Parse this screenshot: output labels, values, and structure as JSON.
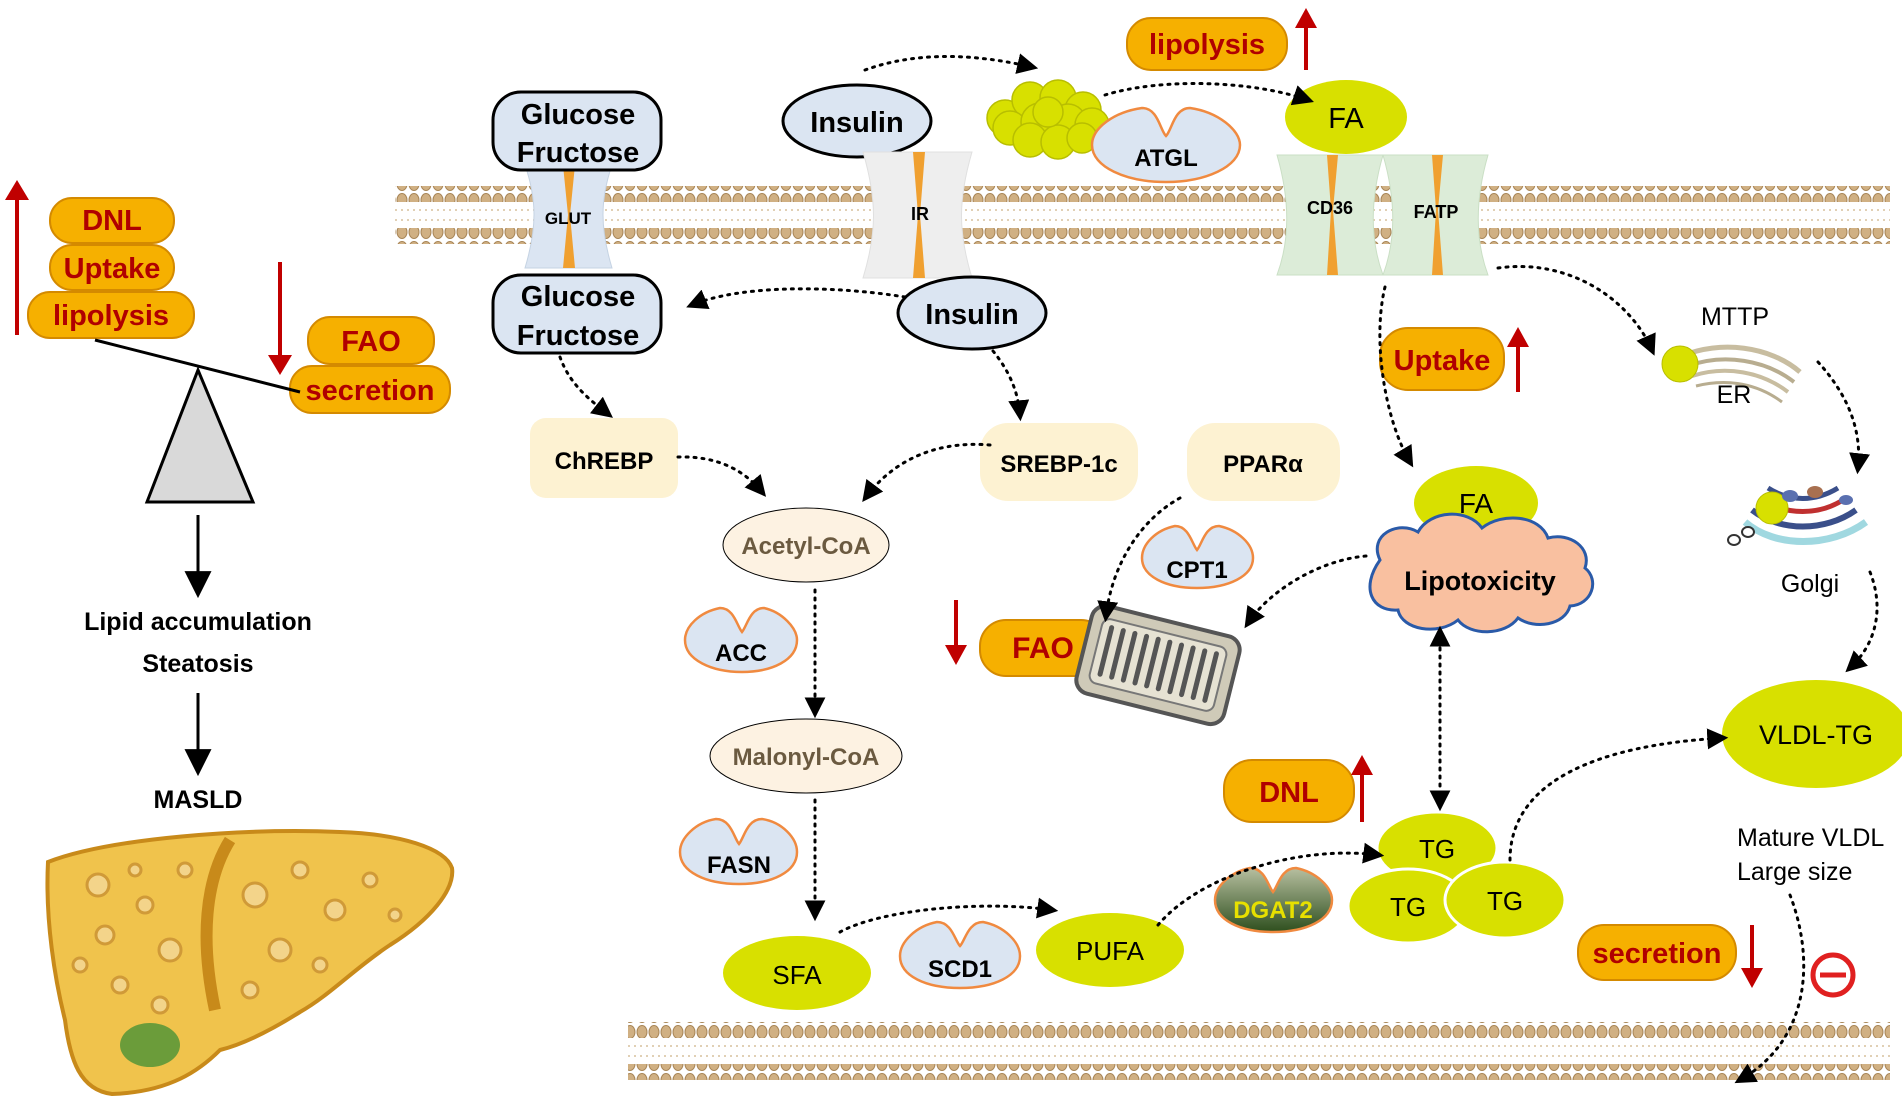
{
  "balance": {
    "up_terms": [
      "DNL",
      "Uptake",
      "lipolysis"
    ],
    "down_terms": [
      "FAO",
      "secretion"
    ],
    "outcome1": "Lipid accumulation",
    "outcome2": "Steatosis",
    "disease": "MASLD"
  },
  "labels": {
    "lipolysis_top": "lipolysis",
    "glucose": "Glucose",
    "fructose": "Fructose",
    "glucose2": "Glucose",
    "fructose2": "Fructose",
    "insulin_top": "Insulin",
    "insulin_mid": "Insulin",
    "atgl": "ATGL",
    "fa_top": "FA",
    "glut": "GLUT",
    "ir": "IR",
    "cd36": "CD36",
    "fatp": "FATP",
    "chrebp": "ChREBP",
    "srebp": "SREBP-1c",
    "ppara": "PPARα",
    "acetyl": "Acetyl-CoA",
    "acc": "ACC",
    "malonyl": "Malonyl-CoA",
    "fasn": "FASN",
    "sfa": "SFA",
    "scd1": "SCD1",
    "pufa": "PUFA",
    "dgat2": "DGAT2",
    "cpt1": "CPT1",
    "fao_mid": "FAO",
    "uptake_mid": "Uptake",
    "fa_mid": "FA",
    "lipotoxicity": "Lipotoxicity",
    "dnl_mid": "DNL",
    "tg1": "TG",
    "tg2": "TG",
    "tg3": "TG",
    "mttp": "MTTP",
    "er": "ER",
    "golgi": "Golgi",
    "vldl": "VLDL-TG",
    "mature1": "Mature VLDL",
    "mature2": "Large size",
    "secretion_mid": "secretion"
  },
  "colors": {
    "orange_pill": "#f6b000",
    "dark_red_text": "#b00000",
    "arrow_red": "#c00000",
    "lipid_yellow": "#d8e000",
    "membrane_tan": "#c9a878",
    "insulin_fill": "#d7e4f2",
    "factor_fill": "#fdf2d2",
    "mito_fill": "#cfcab8"
  },
  "icons": [
    "up-arrow",
    "down-arrow",
    "inhibition-symbol",
    "liver-illustration",
    "mitochondrion",
    "endoplasmic-reticulum",
    "golgi-apparatus",
    "lipid-droplet-cluster"
  ]
}
